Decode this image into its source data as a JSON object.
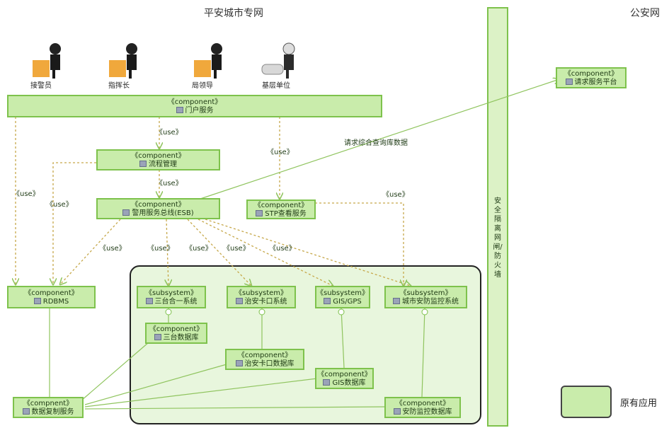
{
  "zones": {
    "city_net": "平安城市专网",
    "police_net": "公安网"
  },
  "people": [
    {
      "label": "接警员"
    },
    {
      "label": "指挥长"
    },
    {
      "label": "局领导"
    },
    {
      "label": "基层单位"
    }
  ],
  "components": {
    "portal": {
      "stereo": "《component》",
      "name": "门户服务"
    },
    "workflow": {
      "stereo": "《component》",
      "name": "流程管理"
    },
    "esb": {
      "stereo": "《component》",
      "name": "警用服务总线(ESB)"
    },
    "stp": {
      "stereo": "《component》",
      "name": "STP查看服务"
    },
    "rdbms": {
      "stereo": "《component》",
      "name": "RDBMS"
    },
    "request": {
      "stereo": "《component》",
      "name": "请求服务平台"
    },
    "exchange": {
      "stereo": "《compnent》",
      "name": "数据复制服务"
    },
    "sys_3in1": {
      "stereo": "《subsystem》",
      "name": "三台合一系统"
    },
    "sys_checkpoint": {
      "stereo": "《subsystem》",
      "name": "治安卡口系统"
    },
    "sys_gis": {
      "stereo": "《subsystem》",
      "name": "GIS/GPS"
    },
    "sys_monitor": {
      "stereo": "《subsystem》",
      "name": "城市安防监控系统"
    },
    "db_3in1": {
      "stereo": "《component》",
      "name": "三台数据库"
    },
    "db_checkpoint": {
      "stereo": "《component》",
      "name": "治安卡口数据库"
    },
    "db_gis": {
      "stereo": "《component》",
      "name": "GIS数据库"
    },
    "db_monitor": {
      "stereo": "《component》",
      "name": "安防监控数据库"
    }
  },
  "edge_labels": {
    "use": "《use》",
    "request_data": "请求综合查询库数据"
  },
  "firewall": {
    "label": "安全隔离网闸/防火墙"
  },
  "legend": {
    "label": "原有应用"
  },
  "colors": {
    "fill": "#c9ecab",
    "border": "#7ec24c",
    "line": "#8fc45e"
  }
}
